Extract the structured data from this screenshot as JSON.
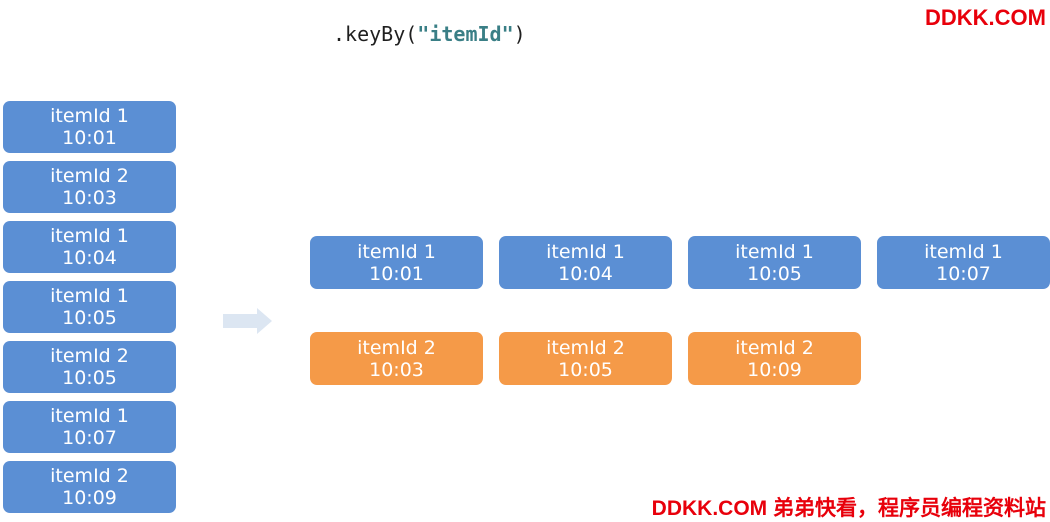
{
  "code": {
    "prefix": ".keyBy(",
    "arg": "\"itemId\"",
    "suffix": ")"
  },
  "watermark": {
    "top": "DDKK.COM",
    "bottom": "DDKK.COM 弟弟快看，程序员编程资料站"
  },
  "colors": {
    "blue": "#5b8fd4",
    "orange": "#f59a48",
    "arrow": "#dce6f2",
    "watermark": "#e8000b"
  },
  "input_stream": [
    {
      "item": "itemId 1",
      "time": "10:01",
      "color": "blue"
    },
    {
      "item": "itemId 2",
      "time": "10:03",
      "color": "blue"
    },
    {
      "item": "itemId 1",
      "time": "10:04",
      "color": "blue"
    },
    {
      "item": "itemId 1",
      "time": "10:05",
      "color": "blue"
    },
    {
      "item": "itemId 2",
      "time": "10:05",
      "color": "blue"
    },
    {
      "item": "itemId 1",
      "time": "10:07",
      "color": "blue"
    },
    {
      "item": "itemId 2",
      "time": "10:09",
      "color": "blue"
    }
  ],
  "keyed_streams": [
    {
      "key": "itemId 1",
      "color": "blue",
      "events": [
        {
          "item": "itemId 1",
          "time": "10:01"
        },
        {
          "item": "itemId 1",
          "time": "10:04"
        },
        {
          "item": "itemId 1",
          "time": "10:05"
        },
        {
          "item": "itemId 1",
          "time": "10:07"
        }
      ]
    },
    {
      "key": "itemId 2",
      "color": "orange",
      "events": [
        {
          "item": "itemId 2",
          "time": "10:03"
        },
        {
          "item": "itemId 2",
          "time": "10:05"
        },
        {
          "item": "itemId 2",
          "time": "10:09"
        }
      ]
    }
  ]
}
